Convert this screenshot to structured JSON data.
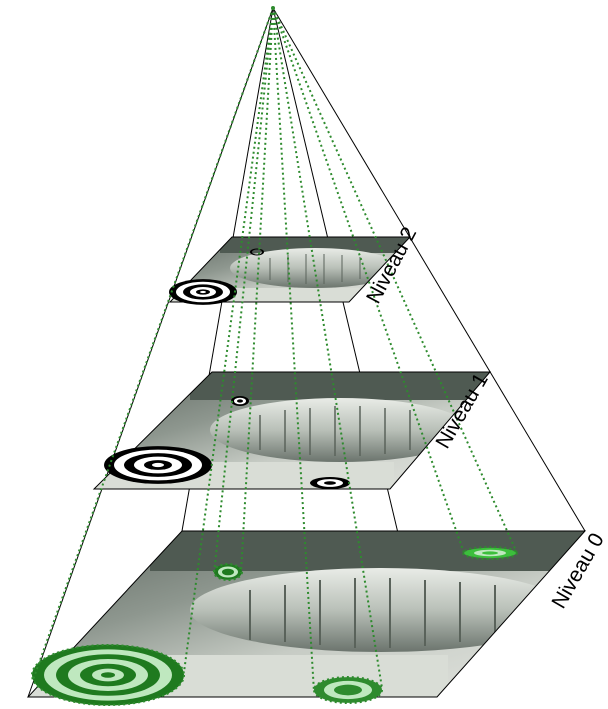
{
  "diagram": {
    "levels": [
      {
        "label": "Niveau 2"
      },
      {
        "label": "Niveau 1"
      },
      {
        "label": "Niveau 0"
      }
    ],
    "colors": {
      "frame": "#000000",
      "projection": "#2e8b2e",
      "highlight": "#3cbf3c",
      "sky": "#c9cdc9",
      "hull": "#9aa39a",
      "shadow": "#4f5a52",
      "ground": "#d9ddd6"
    },
    "icons": [
      "concentric-rings-icon",
      "apex-point-icon"
    ]
  }
}
